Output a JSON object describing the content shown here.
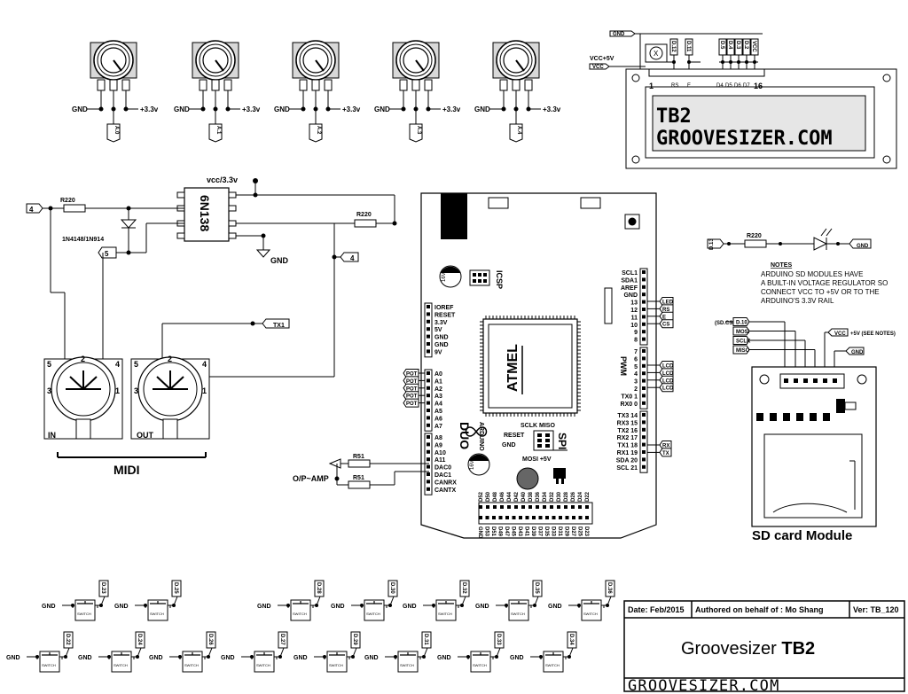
{
  "pots": [
    {
      "gnd": "GND",
      "vcc": "+3.3v",
      "signal": "A.0"
    },
    {
      "gnd": "GND",
      "vcc": "+3.3v",
      "signal": "A.1"
    },
    {
      "gnd": "GND",
      "vcc": "+3.3v",
      "signal": "A.2"
    },
    {
      "gnd": "GND",
      "vcc": "+3.3v",
      "signal": "A.3"
    },
    {
      "gnd": "GND",
      "vcc": "+3.3v",
      "signal": "A.4"
    }
  ],
  "lcd": {
    "gnd": "GND",
    "vcc_label": "VCC+5V",
    "vcc_port": "VCC",
    "pins": [
      "D.12",
      "D.11",
      "D.5",
      "D.4",
      "D.3",
      "D.2",
      "VCC"
    ],
    "bottom_labels": [
      "RS",
      "E",
      "D4",
      "D5",
      "D6",
      "D7"
    ],
    "pin1": "1",
    "pin16": "16",
    "line1": "TB2",
    "line2": "GROOVESIZER.COM",
    "x_mark": "X"
  },
  "midi": {
    "vcc": "vcc/3.3v",
    "r1": "R220",
    "r2": "R220",
    "diode": "1N4148/1N914",
    "opto": "6N138",
    "gnd": "GND",
    "port4": "4",
    "port5": "5",
    "port4b": "4",
    "tx": "TX1",
    "in_label": "IN",
    "out_label": "OUT",
    "title": "MIDI",
    "pin_nums": [
      "5",
      "2",
      "4",
      "3",
      "1"
    ]
  },
  "arduino": {
    "left_power": [
      "IOREF",
      "RESET",
      "3.3V",
      "5V",
      "GND",
      "GND",
      "9V"
    ],
    "analog": [
      "A0",
      "A1",
      "A2",
      "A3",
      "A4",
      "A5",
      "A6",
      "A7"
    ],
    "analog2": [
      "A8",
      "A9",
      "A10",
      "A11",
      "DAC0",
      "DAC1",
      "CANRX",
      "CANTX"
    ],
    "pot_tags": [
      "POT",
      "POT",
      "POT",
      "POT",
      "POT"
    ],
    "right_top": [
      "SCL1",
      "SDA1",
      "AREF",
      "GND",
      "13",
      "12",
      "11",
      "10",
      "9",
      "8"
    ],
    "right_tags": [
      "LED",
      "RS",
      "E",
      "CS"
    ],
    "pwm_pins": [
      "7",
      "6",
      "5",
      "4",
      "3",
      "2",
      "TX0 1",
      "RX0 0"
    ],
    "pwm_tags": [
      "LCD",
      "LCD",
      "LCD",
      "LCD"
    ],
    "pwm_label": "PWM",
    "comm": [
      "TX3 14",
      "RX3 15",
      "TX2 16",
      "RX2 17",
      "TX1 18",
      "RX1 19",
      "SDA 20",
      "SCL 21"
    ],
    "comm_tags": [
      "RX",
      "TX"
    ],
    "atmel": "ATMEL",
    "icsp": "ICSP",
    "spi": "SPI",
    "spi_top": "SCLK MISO",
    "spi_reset": "RESET",
    "spi_gnd": "GND",
    "spi_bottom": "MOSI +5V",
    "brand1": "ARDUINO",
    "brand2": "DUO",
    "cap": "16V",
    "digital_top": [
      "D22",
      "D24",
      "D26",
      "D28",
      "D30",
      "D32",
      "D34",
      "D36",
      "D38",
      "D40",
      "D42",
      "D44",
      "D46",
      "D48",
      "D50",
      "D52"
    ],
    "digital_bottom": [
      "D23",
      "D25",
      "D27",
      "D29",
      "D31",
      "D33",
      "D35",
      "D37",
      "D39",
      "D41",
      "D43",
      "D45",
      "D47",
      "D49",
      "D51",
      "D53",
      "GND"
    ]
  },
  "output": {
    "r1": "R51",
    "r2": "R51",
    "label": "O/P~AMP"
  },
  "led": {
    "port": "D.13",
    "r": "R220",
    "gnd": "GND"
  },
  "notes": {
    "title": "NOTES",
    "lines": [
      "ARDUINO SD MODULES HAVE",
      "A BUILT-IN VOLTAGE REGULATOR SO",
      "CONNECT VCC TO +5V OR TO THE",
      "ARDUINO'S 3.3V RAIL"
    ]
  },
  "sd": {
    "cs_label": "(SD.CS)",
    "pins": [
      "D.10",
      "MOSI",
      "SCLK",
      "MISO"
    ],
    "vcc": "VCC",
    "vcc_note": "+5V (SEE NOTES)",
    "gnd": "GND",
    "title": "SD card Module"
  },
  "switches": {
    "gnd": "GND",
    "body": "SWITCH",
    "row1": [
      "D.23",
      "D.25",
      "D.28",
      "D.30",
      "D.32",
      "D.35",
      "D.36"
    ],
    "row2": [
      "D.22",
      "D.24",
      "D.26",
      "D.27",
      "D.29",
      "D.31",
      "D.33",
      "D.34"
    ]
  },
  "title_block": {
    "date": "Date: Feb/2015",
    "author": "Authored on behalf of : Mo Shang",
    "version": "Ver:  TB_120",
    "name_light": "Groovesizer ",
    "name_bold": "TB2",
    "website": "GROOVESIZER.COM"
  }
}
